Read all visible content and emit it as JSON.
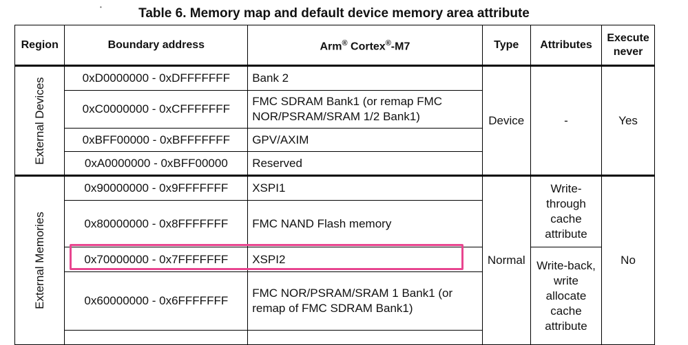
{
  "title": "Table 6. Memory map and default device memory area attribute",
  "headers": {
    "region": "Region",
    "boundary": "Boundary address",
    "core_prefix": "Arm",
    "core_reg1": "®",
    "core_mid": " Cortex",
    "core_reg2": "®",
    "core_suffix": "-M7",
    "type": "Type",
    "attributes": "Attributes",
    "execute_never_line1": "Execute",
    "execute_never_line2": "never"
  },
  "groups": {
    "external_devices": {
      "region": "External Devices",
      "type": "Device",
      "attributes": "-",
      "execute_never": "Yes"
    },
    "external_memories": {
      "region": "External Memories",
      "type": "Normal",
      "attributes_1": [
        "Write-",
        "through",
        "cache",
        "attribute"
      ],
      "attributes_2": [
        "Write-back,",
        "write",
        "allocate",
        "cache",
        "attribute"
      ],
      "execute_never": "No"
    }
  },
  "rows": [
    {
      "address": "0xD0000000 - 0xDFFFFFFF",
      "core": "Bank 2"
    },
    {
      "address": "0xC0000000 - 0xCFFFFFFF",
      "core_line1": "FMC SDRAM Bank1 (or remap FMC",
      "core_line2": "NOR/PSRAM/SRAM 1/2 Bank1)"
    },
    {
      "address": "0xBFF00000 - 0xBFFFFFFF",
      "core": "GPV/AXIM"
    },
    {
      "address": "0xA0000000 - 0xBFF00000",
      "core": "Reserved"
    },
    {
      "address": "0x90000000 - 0x9FFFFFFF",
      "core": "XSPI1"
    },
    {
      "address": "0x80000000 - 0x8FFFFFFF",
      "core": "FMC NAND Flash memory"
    },
    {
      "address": "0x70000000 - 0x7FFFFFFF",
      "core": "XSPI2"
    },
    {
      "address": "0x60000000 - 0x6FFFFFFF",
      "core_line1": "FMC NOR/PSRAM/SRAM 1 Bank1 (or",
      "core_line2": "remap of FMC SDRAM Bank1)"
    }
  ],
  "colors": {
    "highlight": "#e8458f",
    "border": "#000000"
  }
}
